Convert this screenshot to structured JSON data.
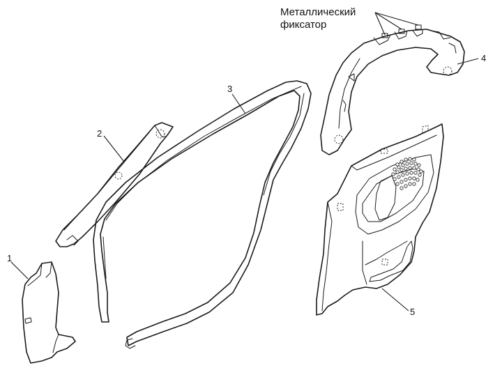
{
  "diagram": {
    "callouts": [
      {
        "id": "1",
        "text": "1"
      },
      {
        "id": "2",
        "text": "2"
      },
      {
        "id": "3",
        "text": "3"
      },
      {
        "id": "4",
        "text": "4"
      },
      {
        "id": "5",
        "text": "5"
      }
    ],
    "annotation": {
      "line1": "Металлический",
      "line2": "фиксатор"
    },
    "parts": [
      {
        "callout": "1",
        "icon": "lower-pillar-trim-panel"
      },
      {
        "callout": "2",
        "icon": "upper-pillar-trim-strip"
      },
      {
        "callout": "3",
        "icon": "door-opening-weatherstrip"
      },
      {
        "callout": "4",
        "icon": "wheel-arch-upper-trim"
      },
      {
        "callout": "5",
        "icon": "rear-quarter-trim-panel"
      }
    ]
  }
}
